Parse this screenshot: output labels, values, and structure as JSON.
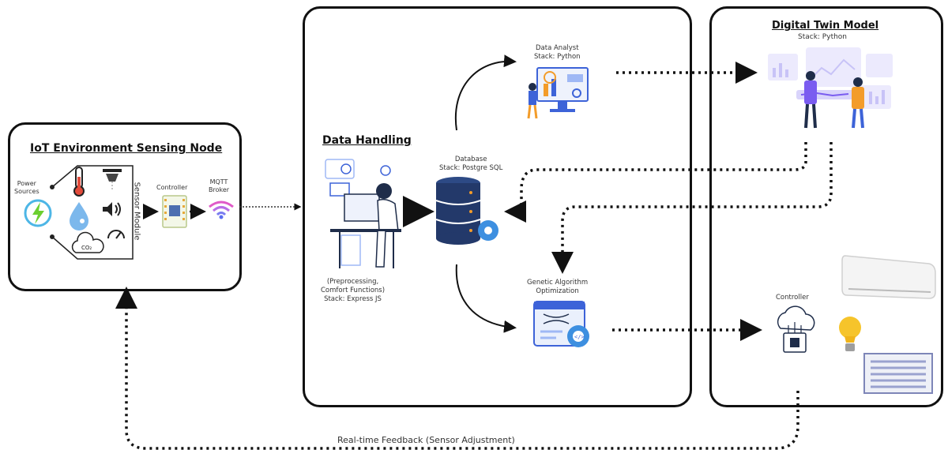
{
  "iot_node": {
    "title": "IoT Environment Sensing Node",
    "power_label": "Power\nSources",
    "sensor_module_label": "Sensor Module",
    "controller_label": "Controller",
    "broker_label": "MQTT\nBroker"
  },
  "data_handling": {
    "title": "Data Handling",
    "caption": "(Preprocessing,\nComfort Functions)\nStack: Express JS",
    "database_label": "Database\nStack: Postgre SQL",
    "analyst_label": "Data Analyst\nStack: Python",
    "ga_label": "Genetic Algorithm\nOptimization"
  },
  "digital_twin": {
    "title": "Digital Twin Model",
    "stack_label": "Stack: Python",
    "controller_label": "Controller"
  },
  "feedback": {
    "label": "Real-time Feedback (Sensor Adjustment)"
  },
  "colors": {
    "accent_blue": "#3d63d8",
    "light_blue": "#9fb8f5",
    "orange": "#f39c2a",
    "purple": "#7a5cf0",
    "dark": "#1f2d4a"
  }
}
